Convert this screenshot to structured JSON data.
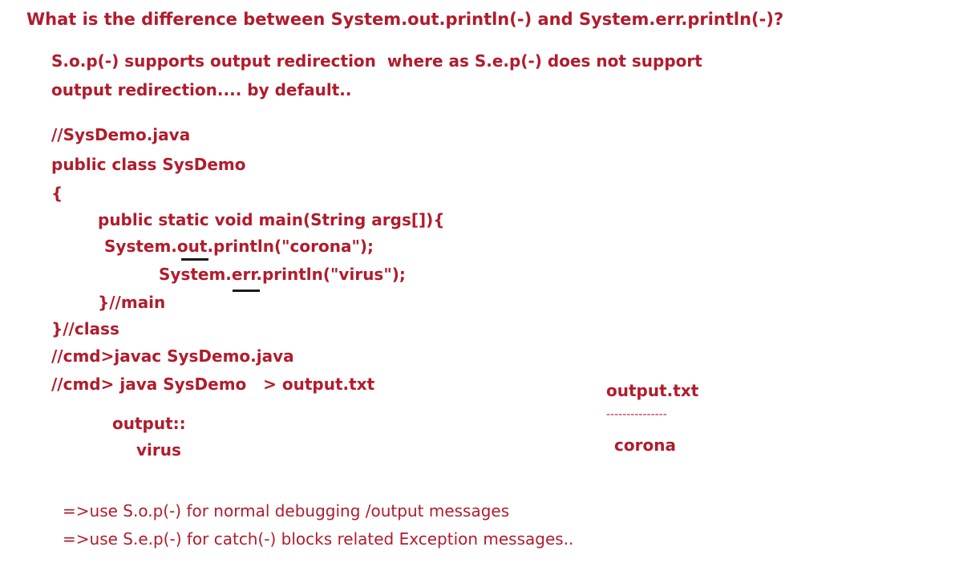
{
  "question": "What is the difference between System.out.println(-) and System.err.println(-)?",
  "answer": {
    "line1": "S.o.p(-) supports output redirection  where as S.e.p(-) does not support",
    "line2": "output redirection.... by default.."
  },
  "code": {
    "comment": "//SysDemo.java",
    "class_decl": "public class SysDemo",
    "open_brace": "{",
    "main_decl": "public static void main(String args[]){",
    "stmt_out": "System.out.println(\"corona\");",
    "stmt_err": "System.err.println(\"virus\");",
    "main_close": "}//main",
    "class_close": "}//class",
    "cmd_compile": "//cmd>javac SysDemo.java",
    "cmd_run": "//cmd> java SysDemo   > output.txt"
  },
  "console_output": {
    "label": "output::",
    "value": "virus"
  },
  "file_output": {
    "name": "output.txt",
    "separator": "---------------",
    "value": "corona"
  },
  "notes": {
    "note1": "=>use S.o.p(-) for normal debugging /output messages",
    "note2": "=>use S.e.p(-) for catch(-) blocks related Exception messages.."
  }
}
